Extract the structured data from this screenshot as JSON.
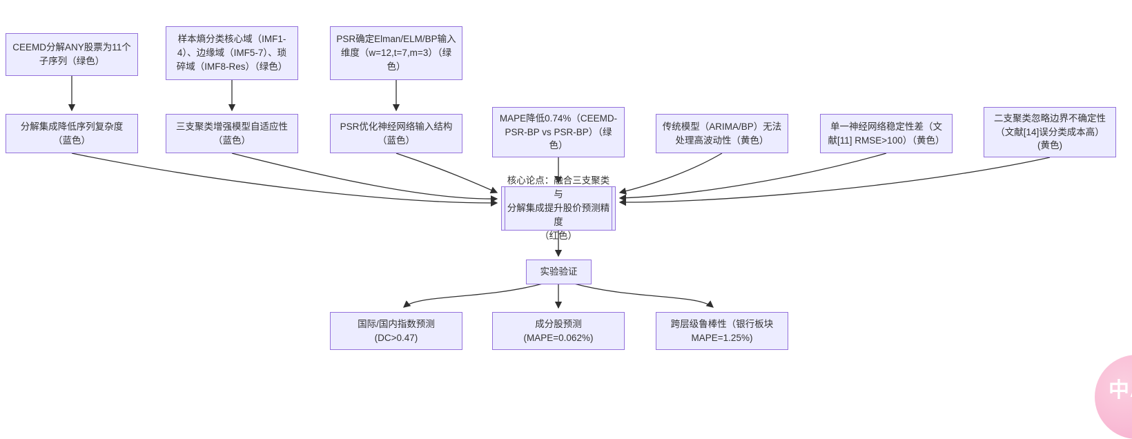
{
  "diagram": {
    "type": "flowchart",
    "colors": {
      "node_fill": "#ECECFF",
      "node_border": "#9370DB",
      "arrow": "#2f2f2f",
      "text": "#333333",
      "watermark_pink": "#f8b6d2"
    },
    "nodes": {
      "ceemd": {
        "label": "CEEMD分解ANY股票为11个\n子序列（绿色）"
      },
      "entropy": {
        "label": "样本熵分类核心域（IMF1-\n4）、边缘域（IMF5-7）、琐\n碎域（IMF8-Res）（绿色）"
      },
      "psr_dim": {
        "label": "PSR确定Elman/ELM/BP输入\n维度（w=12,t=7,m=3）（绿\n色）"
      },
      "decomp": {
        "label": "分解集成降低序列复杂度\n（蓝色）"
      },
      "threeway": {
        "label": "三支聚类增强模型自适应性\n（蓝色）"
      },
      "psr_opt": {
        "label": "PSR优化神经网络输入结构\n（蓝色）"
      },
      "mape": {
        "label": "MAPE降低0.74%（CEEMD-\nPSR-BP vs PSR-BP）（绿\n色）"
      },
      "traditional": {
        "label": "传统模型（ARIMA/BP）无法\n处理高波动性（黄色）"
      },
      "single_nn": {
        "label": "单一神经网络稳定性差（文\n献[11] RMSE>100）（黄色）"
      },
      "twoway": {
        "label": "二支聚类忽略边界不确定性\n（文献[14]误分类成本高）\n(黄色)"
      },
      "core": {
        "label": "核心论点：融合三支聚类与\n分解集成提升股价预测精度\n（红色）"
      },
      "experiment": {
        "label": "实验验证"
      },
      "index_pred": {
        "label": "国际/国内指数预测\n(DC>0.47)"
      },
      "stock_pred": {
        "label": "成分股预测\n(MAPE=0.062%)"
      },
      "robustness": {
        "label": "跨层级鲁棒性（银行板块\nMAPE=1.25%)"
      }
    },
    "edges": [
      {
        "from": "ceemd",
        "to": "decomp"
      },
      {
        "from": "entropy",
        "to": "threeway"
      },
      {
        "from": "psr_dim",
        "to": "psr_opt"
      },
      {
        "from": "decomp",
        "to": "core"
      },
      {
        "from": "threeway",
        "to": "core"
      },
      {
        "from": "psr_opt",
        "to": "core"
      },
      {
        "from": "mape",
        "to": "core"
      },
      {
        "from": "traditional",
        "to": "core"
      },
      {
        "from": "single_nn",
        "to": "core"
      },
      {
        "from": "twoway",
        "to": "core"
      },
      {
        "from": "core",
        "to": "experiment"
      },
      {
        "from": "experiment",
        "to": "index_pred"
      },
      {
        "from": "experiment",
        "to": "stock_pred"
      },
      {
        "from": "experiment",
        "to": "robustness"
      }
    ]
  },
  "watermark": {
    "label": "中A"
  }
}
